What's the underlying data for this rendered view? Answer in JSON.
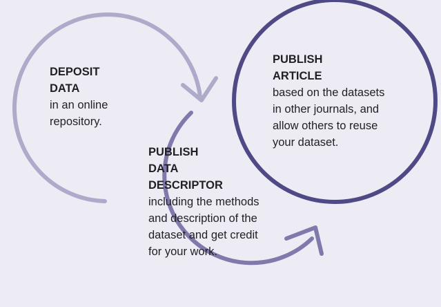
{
  "colors": {
    "background": "#edecf4",
    "ring_light": "#aeabca",
    "ring_mid": "#7f7aab",
    "ring_dark": "#4f4a86"
  },
  "steps": [
    {
      "title_line1": "DEPOSIT",
      "title_line2": "DATA",
      "title_line3": "",
      "desc_line1": "in an online",
      "desc_line2": "repository.",
      "desc_line3": "",
      "desc_line4": ""
    },
    {
      "title_line1": "PUBLISH",
      "title_line2": "DATA",
      "title_line3": "DESCRIPTOR",
      "desc_line1": "including the methods",
      "desc_line2": "and description of the",
      "desc_line3": "dataset and get credit",
      "desc_line4": "for your work."
    },
    {
      "title_line1": "PUBLISH",
      "title_line2": "ARTICLE",
      "title_line3": "",
      "desc_line1": "based on the datasets",
      "desc_line2": "in other journals, and",
      "desc_line3": "allow others to reuse",
      "desc_line4": "your dataset."
    }
  ]
}
